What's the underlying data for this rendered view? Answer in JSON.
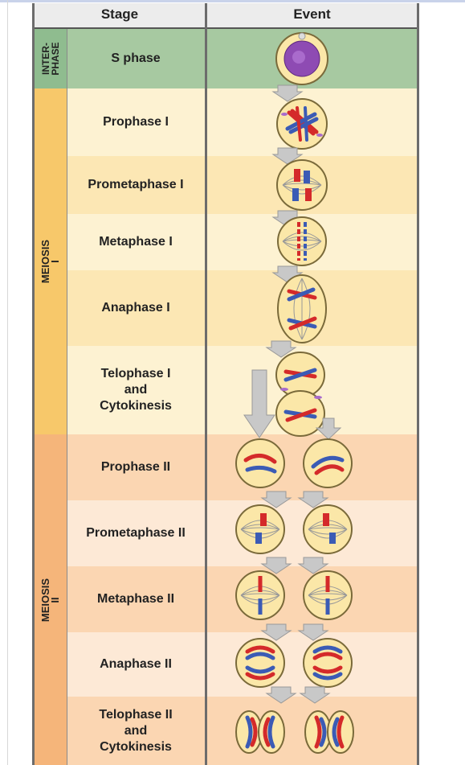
{
  "header": {
    "stage": "Stage",
    "event": "Event"
  },
  "groups": [
    {
      "label": "INTER-\nPHASE",
      "color": "#8fbc8f"
    },
    {
      "label": "MEIOSIS I",
      "color": "#f7c86a"
    },
    {
      "label": "MEIOSIS II",
      "color": "#f5b57a"
    }
  ],
  "stages": [
    "S phase",
    "Prophase I",
    "Prometaphase I",
    "Metaphase I",
    "Anaphase I",
    "Telophase I\nand\nCytokinesis",
    "Prophase II",
    "Prometaphase II",
    "Metaphase II",
    "Anaphase II",
    "Telophase II\nand\nCytokinesis"
  ],
  "colors": {
    "interphase_bg": "#a7c9a1",
    "meiosis1_bg": "#fce7b4",
    "meiosis2_bg": "#fbd6b2",
    "chromosome_red": "#d42a2a",
    "chromosome_blue": "#3b5bb5",
    "nucleus_purple": "#8e4bb3",
    "arrow_gray": "#c8c8c8"
  }
}
